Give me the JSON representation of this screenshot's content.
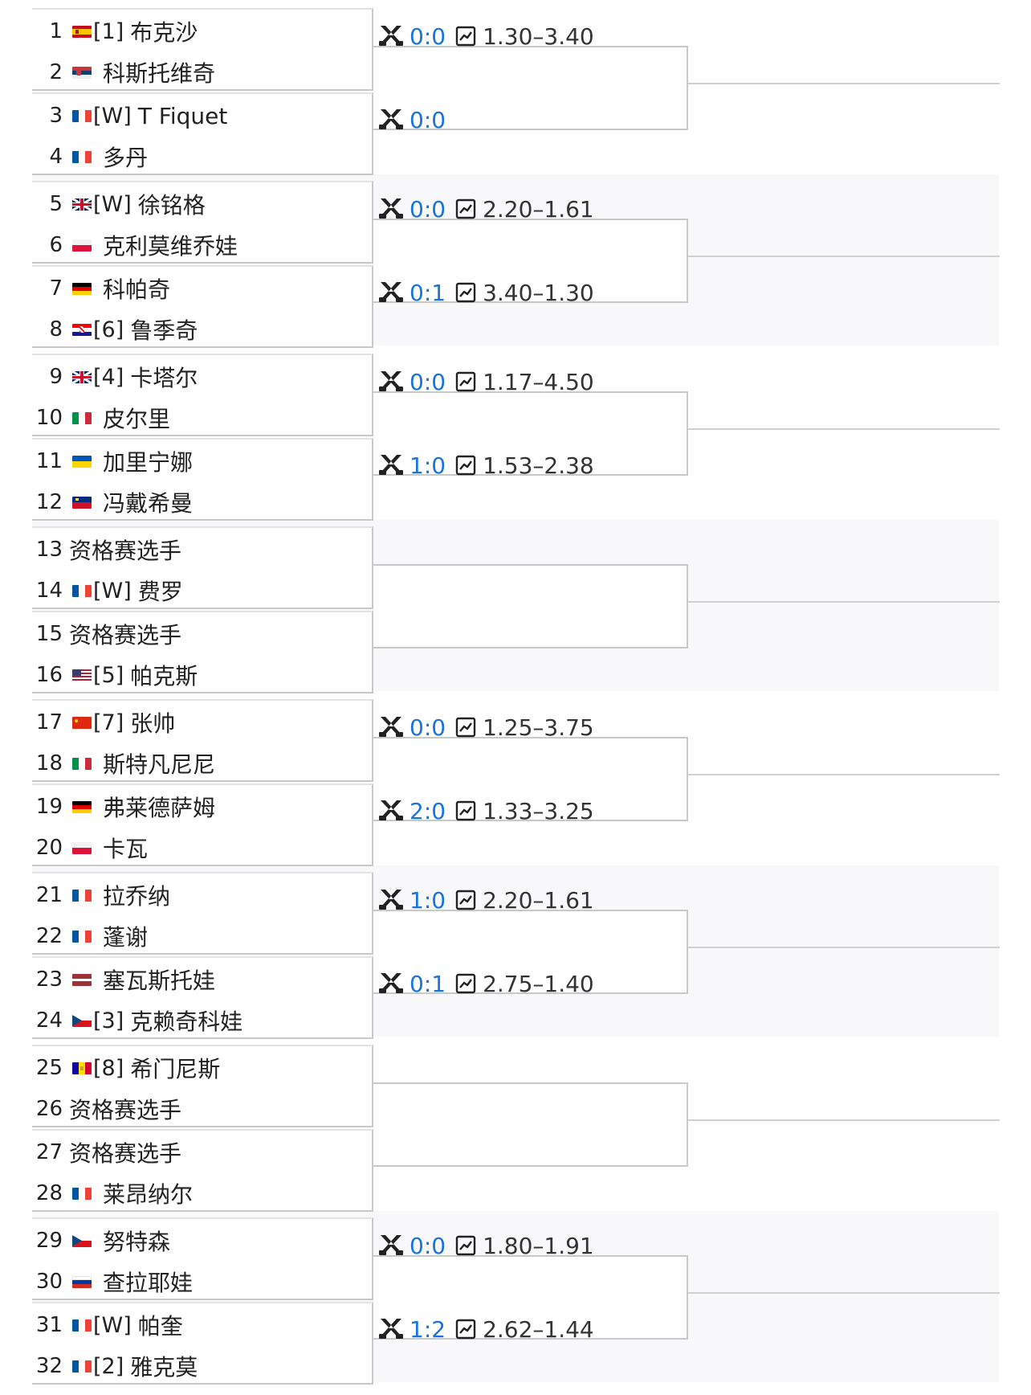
{
  "colors": {
    "score": "#1a73d9",
    "border": "#c8c8c8"
  },
  "icons": {
    "match": "crossed-swords-icon",
    "odds": "chart-icon"
  },
  "players": [
    {
      "num": "1",
      "flag": "spain",
      "seed": "[1]",
      "name": "布克沙"
    },
    {
      "num": "2",
      "flag": "serbia",
      "seed": "",
      "name": "科斯托维奇"
    },
    {
      "num": "3",
      "flag": "france",
      "seed": "[W]",
      "name": "T Fiquet"
    },
    {
      "num": "4",
      "flag": "france",
      "seed": "",
      "name": "多丹"
    },
    {
      "num": "5",
      "flag": "uk",
      "seed": "[W]",
      "name": "徐铭格"
    },
    {
      "num": "6",
      "flag": "poland",
      "seed": "",
      "name": "克利莫维乔娃"
    },
    {
      "num": "7",
      "flag": "germany",
      "seed": "",
      "name": "科帕奇"
    },
    {
      "num": "8",
      "flag": "croatia",
      "seed": "[6]",
      "name": "鲁季奇"
    },
    {
      "num": "9",
      "flag": "uk",
      "seed": "[4]",
      "name": "卡塔尔"
    },
    {
      "num": "10",
      "flag": "italy",
      "seed": "",
      "name": "皮尔里"
    },
    {
      "num": "11",
      "flag": "ukraine",
      "seed": "",
      "name": "加里宁娜"
    },
    {
      "num": "12",
      "flag": "liechtenstein",
      "seed": "",
      "name": "冯戴希曼"
    },
    {
      "num": "13",
      "flag": "",
      "seed": "",
      "name": "资格赛选手"
    },
    {
      "num": "14",
      "flag": "france",
      "seed": "[W]",
      "name": "费罗"
    },
    {
      "num": "15",
      "flag": "",
      "seed": "",
      "name": "资格赛选手"
    },
    {
      "num": "16",
      "flag": "usa",
      "seed": "[5]",
      "name": "帕克斯"
    },
    {
      "num": "17",
      "flag": "china",
      "seed": "[7]",
      "name": "张帅"
    },
    {
      "num": "18",
      "flag": "italy",
      "seed": "",
      "name": "斯特凡尼尼"
    },
    {
      "num": "19",
      "flag": "germany",
      "seed": "",
      "name": "弗莱德萨姆"
    },
    {
      "num": "20",
      "flag": "poland",
      "seed": "",
      "name": "卡瓦"
    },
    {
      "num": "21",
      "flag": "france",
      "seed": "",
      "name": "拉乔纳"
    },
    {
      "num": "22",
      "flag": "france",
      "seed": "",
      "name": "蓬谢"
    },
    {
      "num": "23",
      "flag": "latvia",
      "seed": "",
      "name": "塞瓦斯托娃"
    },
    {
      "num": "24",
      "flag": "czech",
      "seed": "[3]",
      "name": "克赖奇科娃"
    },
    {
      "num": "25",
      "flag": "andorra",
      "seed": "[8]",
      "name": "希门尼斯"
    },
    {
      "num": "26",
      "flag": "",
      "seed": "",
      "name": "资格赛选手"
    },
    {
      "num": "27",
      "flag": "",
      "seed": "",
      "name": "资格赛选手"
    },
    {
      "num": "28",
      "flag": "france",
      "seed": "",
      "name": "莱昂纳尔"
    },
    {
      "num": "29",
      "flag": "czech",
      "seed": "",
      "name": "努特森"
    },
    {
      "num": "30",
      "flag": "russia",
      "seed": "",
      "name": "查拉耶娃"
    },
    {
      "num": "31",
      "flag": "france",
      "seed": "[W]",
      "name": "帕奎"
    },
    {
      "num": "32",
      "flag": "france",
      "seed": "[2]",
      "name": "雅克莫"
    }
  ],
  "matches": [
    {
      "score": "0:0",
      "odds": "1.30–3.40"
    },
    {
      "score": "0:0",
      "odds": ""
    },
    {
      "score": "0:0",
      "odds": "2.20–1.61"
    },
    {
      "score": "0:1",
      "odds": "3.40–1.30"
    },
    {
      "score": "0:0",
      "odds": "1.17–4.50"
    },
    {
      "score": "1:0",
      "odds": "1.53–2.38"
    },
    {
      "score": "",
      "odds": ""
    },
    {
      "score": "",
      "odds": ""
    },
    {
      "score": "0:0",
      "odds": "1.25–3.75"
    },
    {
      "score": "2:0",
      "odds": "1.33–3.25"
    },
    {
      "score": "1:0",
      "odds": "2.20–1.61"
    },
    {
      "score": "0:1",
      "odds": "2.75–1.40"
    },
    {
      "score": "",
      "odds": ""
    },
    {
      "score": "",
      "odds": ""
    },
    {
      "score": "0:0",
      "odds": "1.80–1.91"
    },
    {
      "score": "1:2",
      "odds": "2.62–1.44"
    }
  ]
}
